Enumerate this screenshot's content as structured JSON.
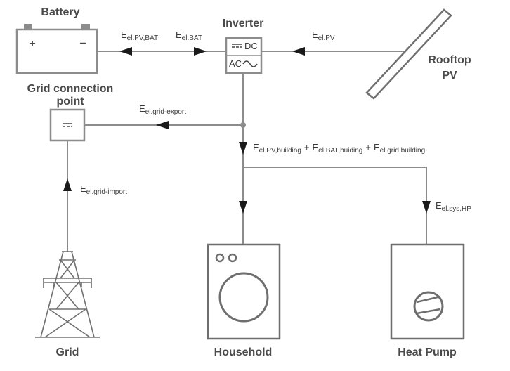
{
  "labels": {
    "battery": "Battery",
    "inverter": "Inverter",
    "rooftop_pv_line1": "Rooftop",
    "rooftop_pv_line2": "PV",
    "grid_connection_line1": "Grid connection",
    "grid_connection_line2": "point",
    "grid": "Grid",
    "household": "Household",
    "heat_pump": "Heat Pump",
    "inverter_dc": "DC",
    "inverter_ac": "AC",
    "battery_plus": "+",
    "battery_minus": "−"
  },
  "flows": {
    "pv_to_bat": {
      "base": "E",
      "sub": "el.PV,BAT"
    },
    "bat": {
      "base": "E",
      "sub": "el.BAT"
    },
    "pv": {
      "base": "E",
      "sub": "el.PV"
    },
    "grid_export": {
      "base": "E",
      "sub": "el.grid-export"
    },
    "grid_import": {
      "base": "E",
      "sub": "el.grid-import"
    },
    "building_pv": {
      "base": "E",
      "sub": "el.PV,building"
    },
    "building_bat": {
      "base": "E",
      "sub": "el.BAT,buiding"
    },
    "building_grid": {
      "base": "E",
      "sub": "el.grid,building"
    },
    "sys_hp": {
      "base": "E",
      "sub": "el.sys,HP"
    },
    "plus_1": "+",
    "plus_2": "+"
  },
  "colors": {
    "line": "#8c8c8c",
    "arrow": "#1a1a1a",
    "text": "#4a4a4a"
  },
  "icons": [
    "battery-icon",
    "inverter-icon",
    "solar-panel-icon",
    "grid-connection-icon",
    "pylon-icon",
    "washing-machine-icon",
    "heat-pump-icon"
  ]
}
